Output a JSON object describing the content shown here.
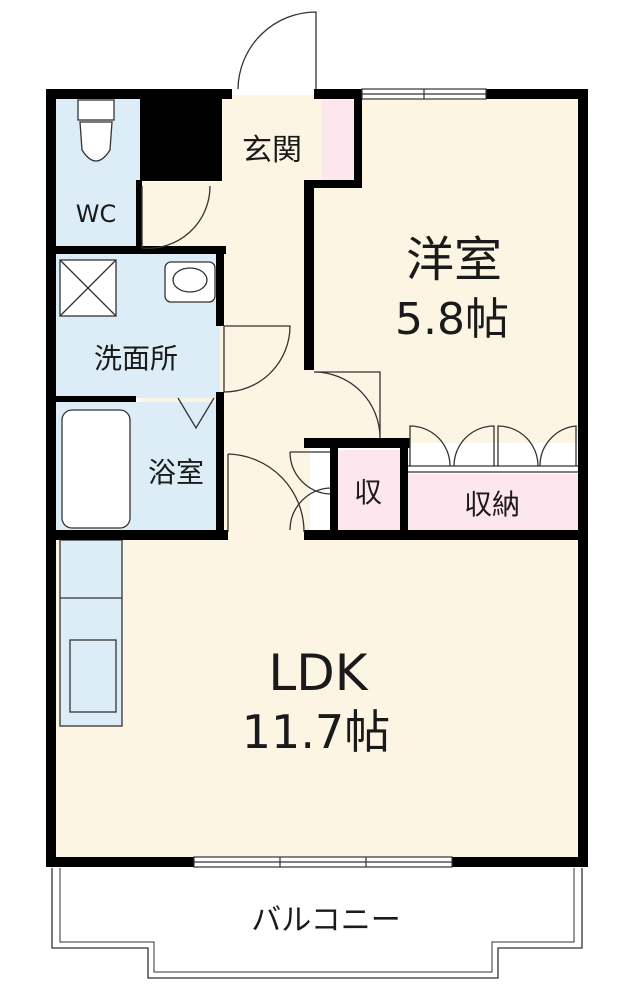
{
  "rooms": {
    "wc": "WC",
    "entrance": "玄関",
    "western_room": {
      "name": "洋室",
      "size": "5.8帖"
    },
    "washroom": "洗面所",
    "bath": "浴室",
    "storage_small": "収",
    "storage": "収納",
    "ldk": {
      "name": "LDK",
      "size": "11.7帖"
    },
    "balcony": "バルコニー"
  },
  "colors": {
    "floor": "#fdf5e4",
    "wet_area": "#dcedf8",
    "storage": "#fde6ee",
    "wall": "#000000"
  }
}
